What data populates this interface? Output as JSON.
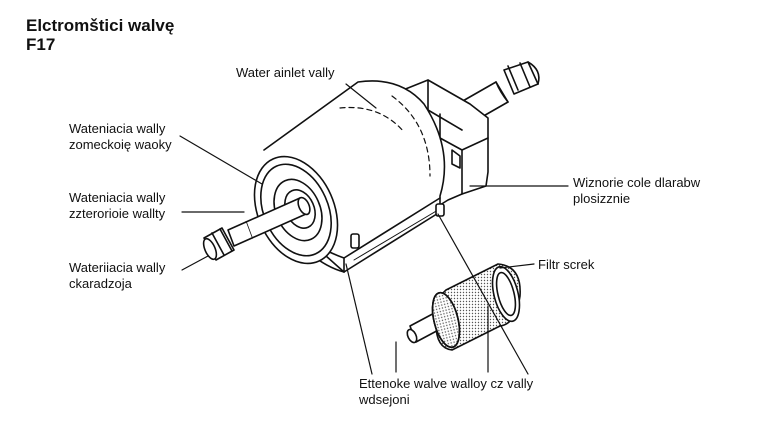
{
  "title": {
    "line1": "Elctromštici walvę",
    "line2": "F17"
  },
  "labels": {
    "water_inlet": "Water ainlet vally",
    "left_top": {
      "line1": "Wateniacia wally",
      "line2": "zomeckoię waoky"
    },
    "left_mid": {
      "line1": "Wateniacia wally",
      "line2": "zzterorioie wallty"
    },
    "left_bottom": {
      "line1": "Wateriiacia wally",
      "line2": "ckaradzoja"
    },
    "right_top": {
      "line1": "Wiznorie cole dlarabw",
      "line2": "plosizznie"
    },
    "filter": "Filtr screk",
    "bottom": {
      "line1": "Ettenoke walve walloy cz vally",
      "line2": "wdsejoni"
    }
  },
  "colors": {
    "line": "#111111",
    "background": "#ffffff"
  }
}
